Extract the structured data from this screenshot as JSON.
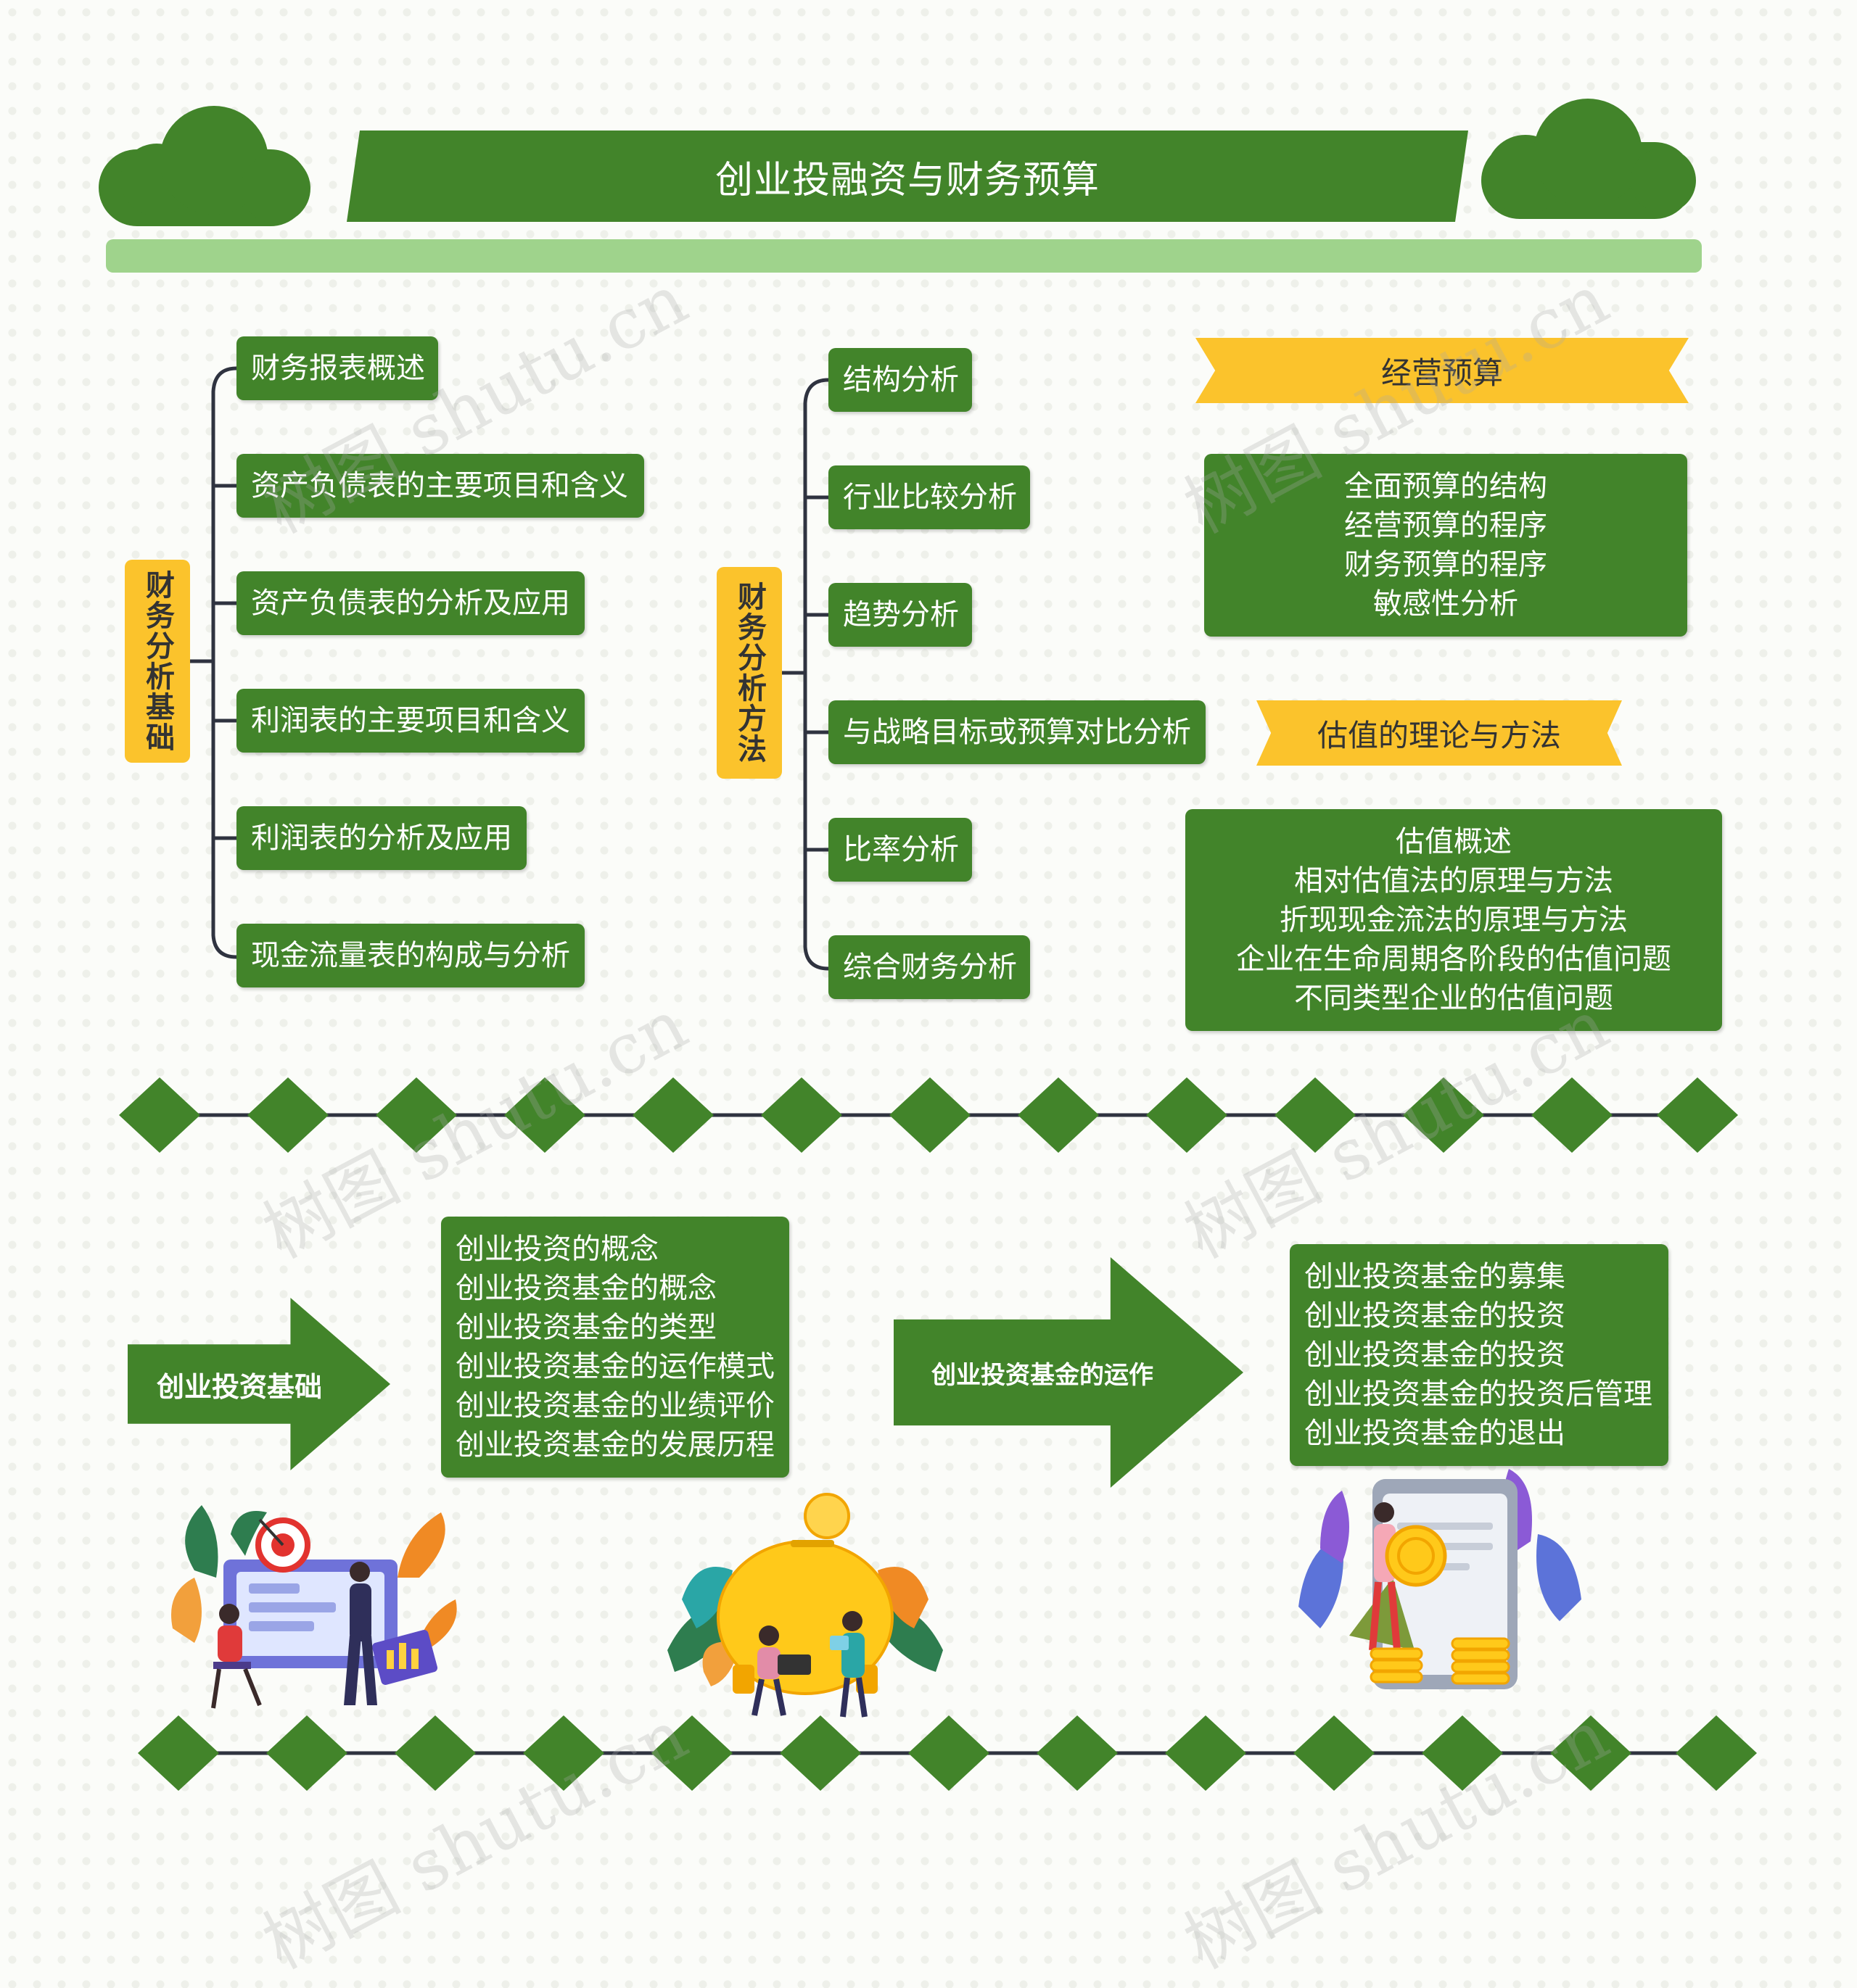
{
  "title": "创业投融资与财务预算",
  "section1": {
    "root_label": "财务分析基础",
    "items": [
      "财务报表概述",
      "资产负债表的主要项目和含义",
      "资产负债表的分析及应用",
      "利润表的主要项目和含义",
      "利润表的分析及应用",
      "现金流量表的构成与分析"
    ]
  },
  "section2": {
    "root_label": "财务分析方法",
    "items": [
      "结构分析",
      "行业比较分析",
      "趋势分析",
      "与战略目标或预算对比分析",
      "比率分析",
      "综合财务分析"
    ]
  },
  "section3": {
    "header1": "经营预算",
    "box1": [
      "全面预算的结构",
      "经营预算的程序",
      "财务预算的程序",
      "敏感性分析"
    ],
    "header2": "估值的理论与方法",
    "box2": [
      "估值概述",
      "相对估值法的原理与方法",
      "折现现金流法的原理与方法",
      "企业在生命周期各阶段的估值问题",
      "不同类型企业的估值问题"
    ]
  },
  "section4": {
    "arrow1": "创业投资基础",
    "box1": [
      "创业投资的概念",
      "创业投资基金的概念",
      "创业投资基金的类型",
      "创业投资基金的运作模式",
      "创业投资基金的业绩评价",
      "创业投资基金的发展历程"
    ],
    "arrow2": "创业投资基金的运作",
    "box2": [
      "创业投资基金的募集",
      "创业投资基金的投资",
      "创业投资基金的投资",
      "创业投资基金的投资后管理",
      "创业投资基金的退出"
    ]
  },
  "watermark": "树图 shutu.cn",
  "colors": {
    "green": "#42842a",
    "light_green": "#9fd38c",
    "yellow": "#fbc32c",
    "connector": "#2f3340"
  }
}
